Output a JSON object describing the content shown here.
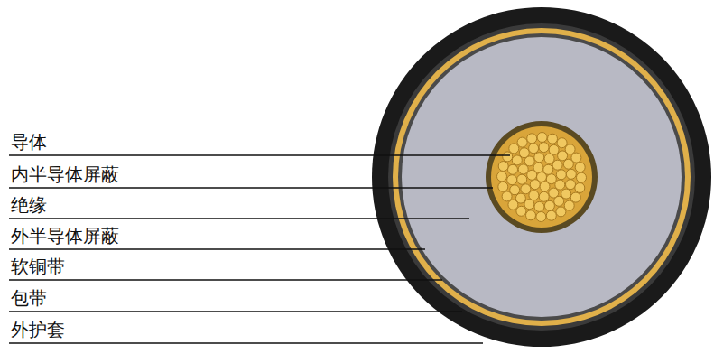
{
  "diagram": {
    "labels": [
      "导体",
      "内半导体屏蔽",
      "绝缘",
      "外半导体屏蔽",
      "软铜带",
      "包带",
      "外护套"
    ]
  }
}
